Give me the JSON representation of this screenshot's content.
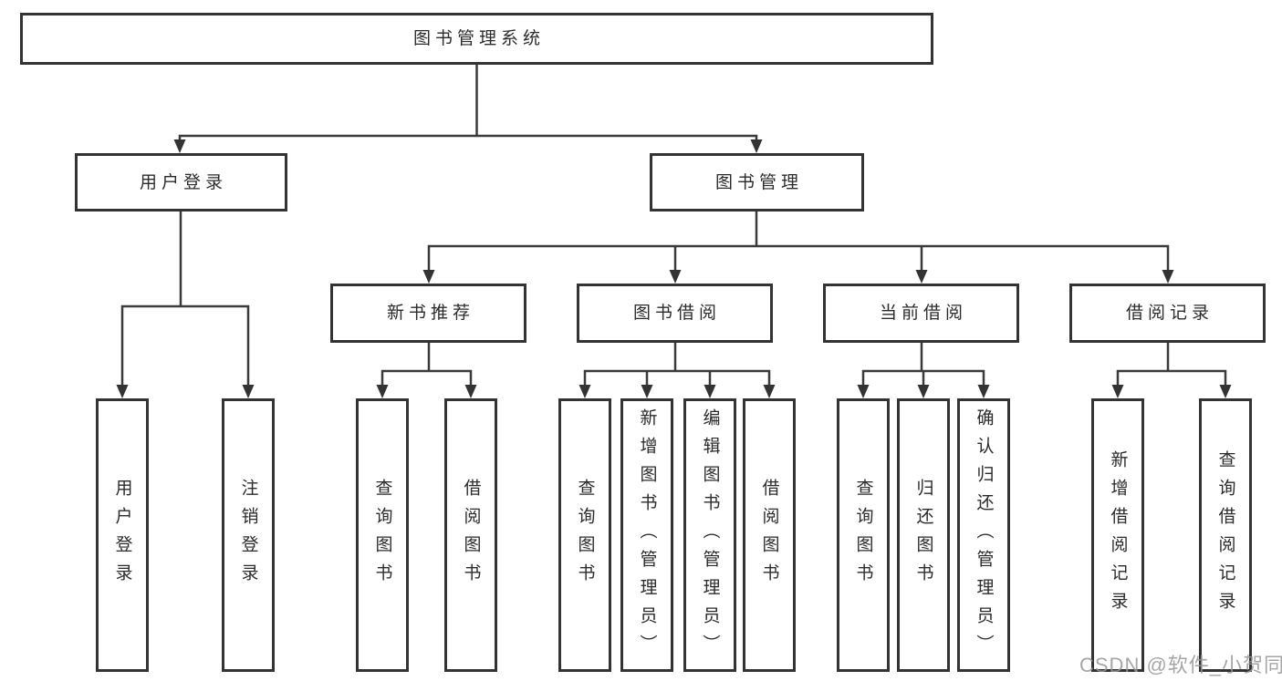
{
  "diagram": {
    "root": {
      "label": "图书管理系统"
    },
    "branches": [
      {
        "label": "用户登录",
        "children": [
          "用户登录",
          "注销登录"
        ]
      },
      {
        "label": "图书管理",
        "children": [
          {
            "label": "新书推荐",
            "children": [
              "查询图书",
              "借阅图书"
            ]
          },
          {
            "label": "图书借阅",
            "children": [
              "查询图书",
              "新增图书（管理员）",
              "编辑图书（管理员）",
              "借阅图书"
            ]
          },
          {
            "label": "当前借阅",
            "children": [
              "查询图书",
              "归还图书",
              "确认归还（管理员）"
            ]
          },
          {
            "label": "借阅记录",
            "children": [
              "新增借阅记录",
              "查询借阅记录"
            ]
          }
        ]
      }
    ]
  },
  "watermark": "CSDN @软件_小贺同学",
  "colors": {
    "line": "#3a3a3a",
    "border": "#333333",
    "text": "#2b2b2b",
    "watermark": "#969696"
  }
}
